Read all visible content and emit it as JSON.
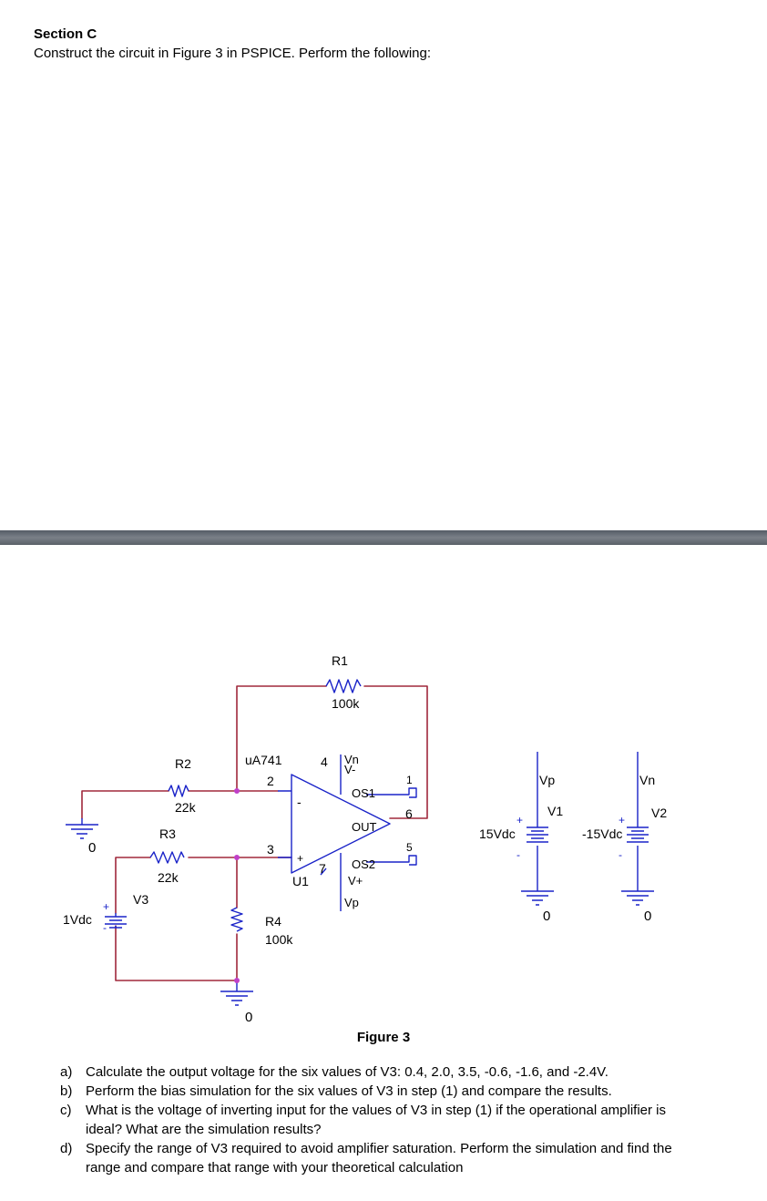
{
  "header": {
    "section_title": "Section C",
    "intro": "Construct the circuit in Figure 3 in PSPICE. Perform the following:"
  },
  "schematic": {
    "r1": {
      "name": "R1",
      "value": "100k"
    },
    "r2": {
      "name": "R2",
      "value": "22k"
    },
    "r3": {
      "name": "R3",
      "value": "22k"
    },
    "r4": {
      "name": "R4",
      "value": "100k"
    },
    "opamp": {
      "model": "uA741",
      "ref": "U1",
      "pin2": "2",
      "pin3": "3",
      "pin4": "4",
      "pin6": "6",
      "pin7": "7",
      "pin1": "1",
      "pin5": "5",
      "minus_sign": "-",
      "plus_sign": "+",
      "vminus": "V-",
      "vplus": "V+",
      "os1": "OS1",
      "os2": "OS2",
      "out": "OUT",
      "vn_net": "Vn",
      "vp_net": "Vp"
    },
    "v3": {
      "name": "V3",
      "value": "1Vdc",
      "plus": "+",
      "minus": "-"
    },
    "v1": {
      "name": "V1",
      "value": "15Vdc",
      "net": "Vp",
      "plus": "+",
      "minus": "-"
    },
    "v2": {
      "name": "V2",
      "value": "-15Vdc",
      "net": "Vn",
      "plus": "+",
      "minus": "-"
    },
    "ground_label": "0"
  },
  "caption": "Figure 3",
  "questions": [
    {
      "letter": "a)",
      "text": "Calculate the output voltage for the six values of V3: 0.4, 2.0, 3.5, -0.6, -1.6, and -2.4V."
    },
    {
      "letter": "b)",
      "text": "Perform the bias simulation for the six values of V3 in step (1) and compare the results."
    },
    {
      "letter": "c)",
      "text": "What is the voltage of inverting input for the values of V3 in step (1) if the operational amplifier is ideal? What are the simulation results?"
    },
    {
      "letter": "d)",
      "text": "Specify the range of V3 required to avoid amplifier saturation. Perform the simulation and find the range and compare that range with your theoretical calculation"
    }
  ],
  "colors": {
    "wire": "#a0283c",
    "component": "#1a23c8",
    "junction": "#c040c8",
    "divider": "#646a72"
  }
}
